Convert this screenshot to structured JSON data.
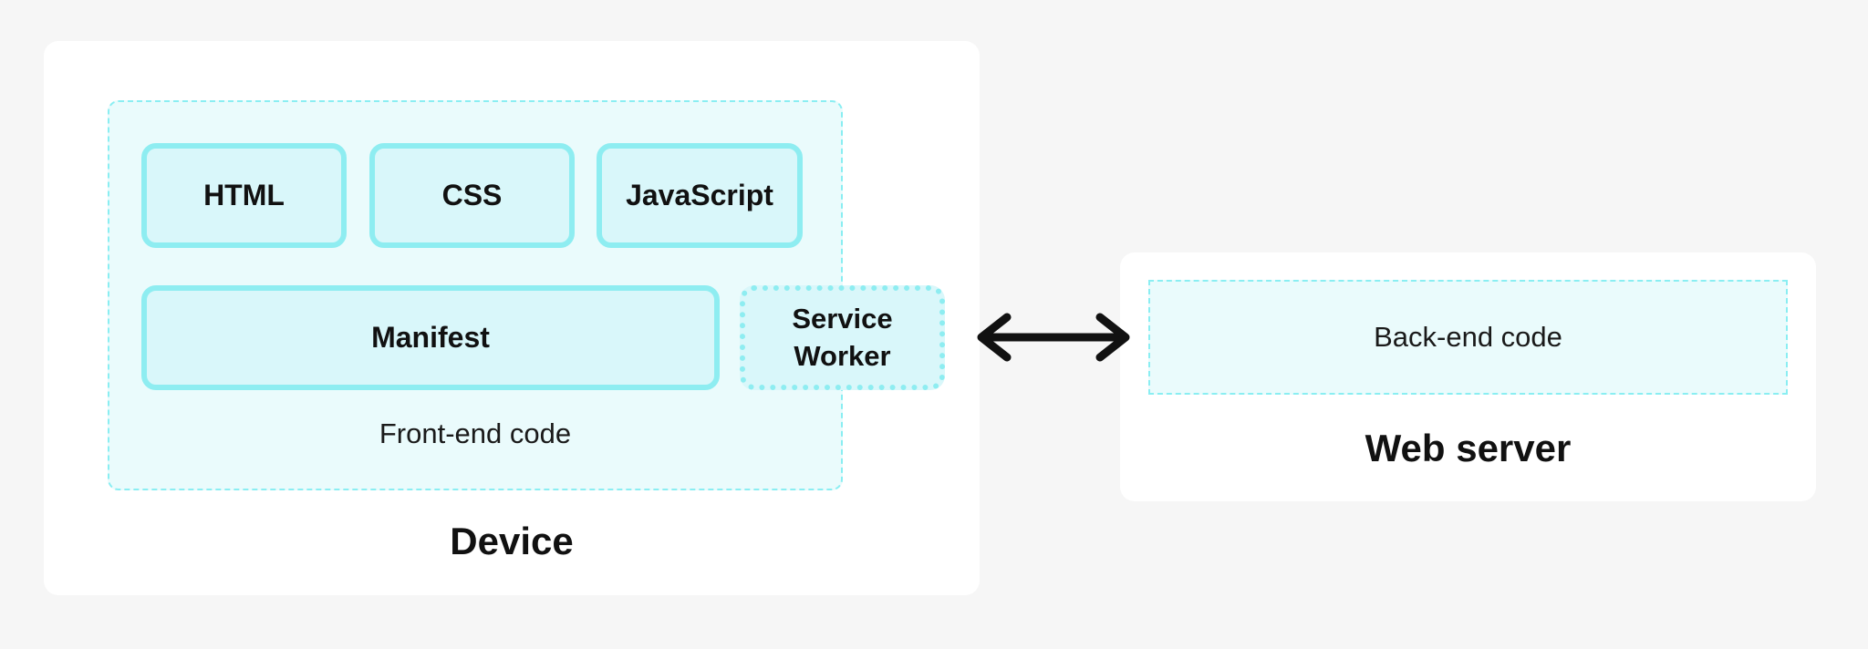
{
  "device": {
    "title": "Device",
    "frontend": {
      "label": "Front-end code",
      "blocks": {
        "html": "HTML",
        "css": "CSS",
        "javascript": "JavaScript",
        "manifest": "Manifest",
        "service_worker_line1": "Service",
        "service_worker_line2": "Worker"
      }
    }
  },
  "server": {
    "title": "Web server",
    "backend_label": "Back-end code"
  },
  "connector": {
    "type": "bidirectional-arrow",
    "color": "#111111"
  },
  "colors": {
    "block_fill": "#d9f7fa",
    "block_border": "#8eedf1",
    "container_fill": "#eafbfc",
    "container_border": "#8aeef2",
    "panel_fill": "#ffffff",
    "background": "#f6f6f6"
  }
}
